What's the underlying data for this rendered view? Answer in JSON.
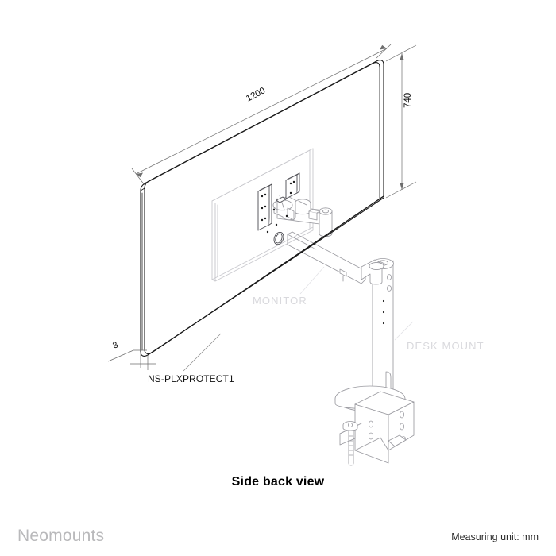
{
  "document": {
    "view_title": "Side back view",
    "background_color": "#ffffff",
    "line_color": "#1a1a1a",
    "ghost_color": "#d9d9dd"
  },
  "dimensions": {
    "width": {
      "value": "1200",
      "name": "panel-width"
    },
    "height": {
      "value": "740",
      "name": "panel-height"
    },
    "thickness": {
      "value": "3",
      "name": "panel-thickness"
    }
  },
  "labels": {
    "part_number": "NS-PLXPROTECT1",
    "monitor": "MONITOR",
    "desk_mount": "DESK MOUNT"
  },
  "footer": {
    "brand": "Neomounts",
    "measuring_unit": "Measuring unit: mm"
  }
}
